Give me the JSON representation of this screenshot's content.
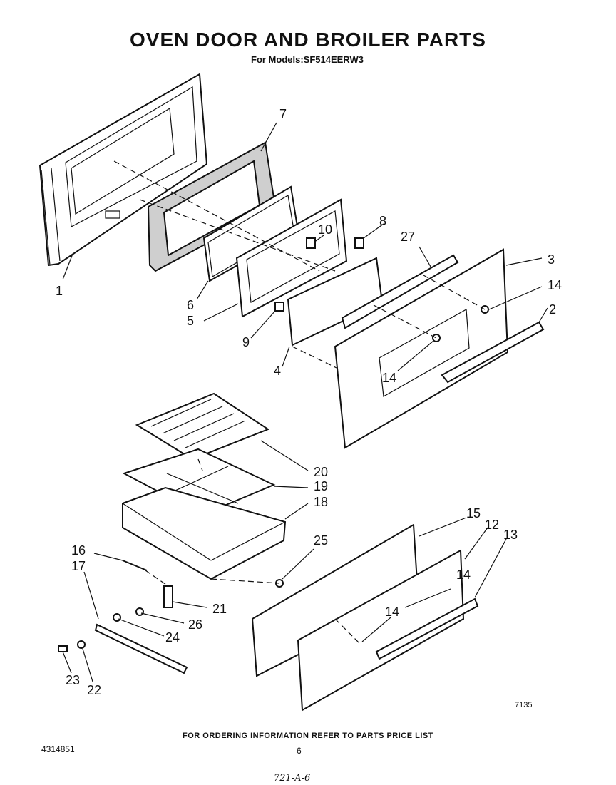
{
  "header": {
    "title": "OVEN DOOR AND BROILER PARTS",
    "subtitle": "For Models:SF514EERW3"
  },
  "callouts": [
    "1",
    "2",
    "3",
    "4",
    "5",
    "6",
    "7",
    "8",
    "9",
    "10",
    "12",
    "13",
    "14",
    "14",
    "14",
    "14",
    "15",
    "16",
    "17",
    "18",
    "19",
    "20",
    "21",
    "22",
    "23",
    "24",
    "25",
    "26",
    "27"
  ],
  "footer": {
    "ordering_note": "FOR ORDERING INFORMATION REFER TO PARTS PRICE LIST",
    "part_number": "4314851",
    "page_number": "6",
    "drawing_number": "7135",
    "handwritten_note": "721-A-6"
  }
}
